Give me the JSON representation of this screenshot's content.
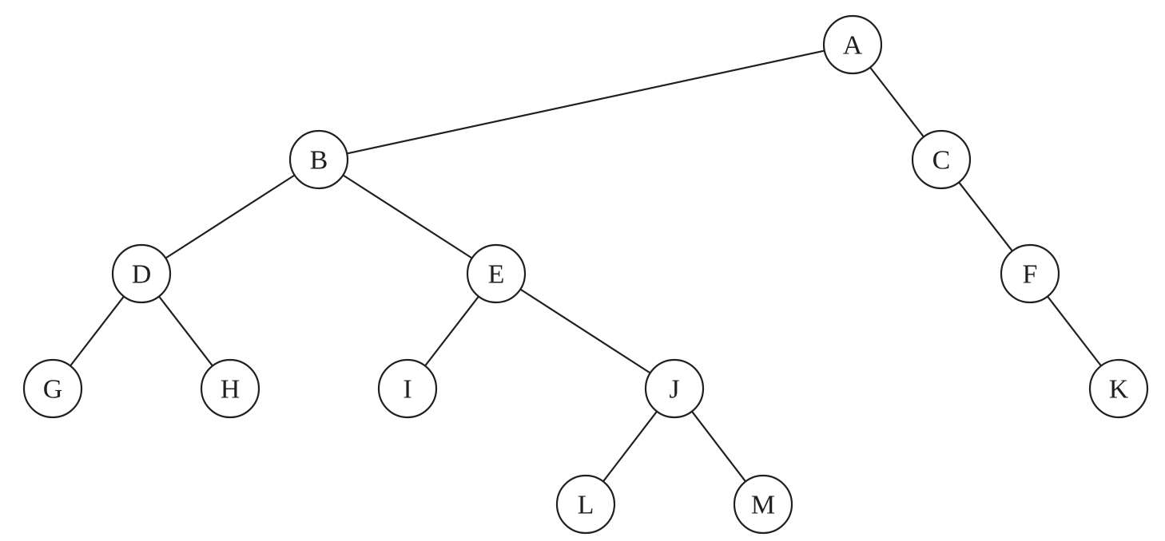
{
  "tree": {
    "nodes": [
      {
        "id": "A",
        "label": "A"
      },
      {
        "id": "B",
        "label": "B"
      },
      {
        "id": "C",
        "label": "C"
      },
      {
        "id": "D",
        "label": "D"
      },
      {
        "id": "E",
        "label": "E"
      },
      {
        "id": "F",
        "label": "F"
      },
      {
        "id": "G",
        "label": "G"
      },
      {
        "id": "H",
        "label": "H"
      },
      {
        "id": "I",
        "label": "I"
      },
      {
        "id": "J",
        "label": "J"
      },
      {
        "id": "K",
        "label": "K"
      },
      {
        "id": "L",
        "label": "L"
      },
      {
        "id": "M",
        "label": "M"
      }
    ],
    "edges": [
      {
        "from": "A",
        "to": "B"
      },
      {
        "from": "A",
        "to": "C"
      },
      {
        "from": "B",
        "to": "D"
      },
      {
        "from": "B",
        "to": "E"
      },
      {
        "from": "C",
        "to": "F"
      },
      {
        "from": "D",
        "to": "G"
      },
      {
        "from": "D",
        "to": "H"
      },
      {
        "from": "E",
        "to": "I"
      },
      {
        "from": "E",
        "to": "J"
      },
      {
        "from": "F",
        "to": "K"
      },
      {
        "from": "J",
        "to": "L"
      },
      {
        "from": "J",
        "to": "M"
      }
    ]
  }
}
